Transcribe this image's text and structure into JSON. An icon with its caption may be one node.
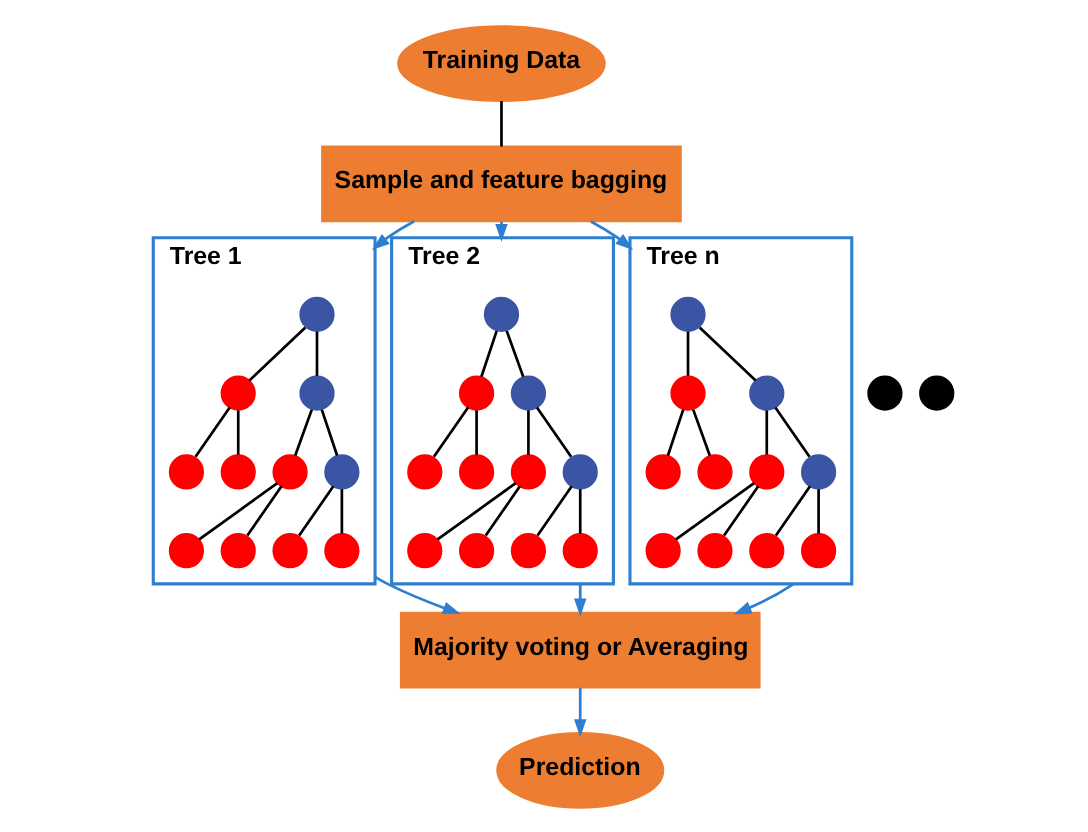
{
  "diagram": {
    "nodes": [
      {
        "text": [
          "Training Data"
        ]
      },
      {
        "text": [
          "Sample and feature bagging"
        ]
      },
      {
        "text": [
          "Tree 1"
        ]
      },
      {
        "text": [],
        "shape": "circle",
        "in": 2
      },
      {
        "text": [],
        "shape": "circle",
        "in": 2
      },
      {
        "text": [],
        "shape": "circle",
        "in": 2
      },
      {
        "text": [],
        "shape": "circle",
        "in": 2
      },
      {
        "text": [],
        "shape": "circle",
        "in": 2
      },
      {
        "text": [],
        "shape": "circle",
        "in": 2
      },
      {
        "text": [],
        "shape": "circle",
        "in": 2
      },
      {
        "text": [],
        "shape": "circle",
        "in": 2
      },
      {
        "text": [],
        "shape": "circle",
        "in": 2
      },
      {
        "text": [],
        "shape": "circle",
        "in": 2
      },
      {
        "text": [],
        "shape": "circle",
        "in": 2
      },
      {
        "text": [
          "Tree 2"
        ]
      },
      {
        "text": [],
        "shape": "circle",
        "in": 14
      },
      {
        "text": [],
        "shape": "circle",
        "in": 14
      },
      {
        "text": [],
        "shape": "circle",
        "in": 14
      },
      {
        "text": [],
        "shape": "circle",
        "in": 14
      },
      {
        "text": [],
        "shape": "circle",
        "in": 14
      },
      {
        "text": [],
        "shape": "circle",
        "in": 14
      },
      {
        "text": [],
        "shape": "circle",
        "in": 14
      },
      {
        "text": [],
        "shape": "circle",
        "in": 14
      },
      {
        "text": [],
        "shape": "circle",
        "in": 14
      },
      {
        "text": [],
        "shape": "circle",
        "in": 14
      },
      {
        "text": [],
        "shape": "circle",
        "in": 14
      },
      {
        "text": [],
        "shape": "circle"
      },
      {
        "text": [],
        "shape": "circle"
      },
      {
        "text": [
          "Tree n"
        ]
      },
      {
        "text": [],
        "shape": "circle",
        "in": 28
      },
      {
        "text": [],
        "shape": "circle",
        "in": 28
      },
      {
        "text": [],
        "shape": "circle",
        "in": 28
      },
      {
        "text": [],
        "shape": "circle",
        "in": 28
      },
      {
        "text": [],
        "shape": "circle",
        "in": 28
      },
      {
        "text": [],
        "shape": "circle",
        "in": 28
      },
      {
        "text": [],
        "shape": "circle",
        "in": 28
      },
      {
        "text": [],
        "shape": "circle",
        "in": 28
      },
      {
        "text": [],
        "shape": "circle",
        "in": 28
      },
      {
        "text": [],
        "shape": "circle",
        "in": 28
      },
      {
        "text": [],
        "shape": "circle",
        "in": 28
      },
      {
        "text": [
          "Majority voting or Averaging"
        ]
      },
      {
        "text": [
          "Prediction"
        ]
      }
    ],
    "edges": [
      {
        "from": 0,
        "to": 1,
        "arrow": "none"
      },
      {
        "from": 1,
        "to": 2,
        "arrow": "to",
        "color": "#2e7fcf"
      },
      {
        "from": 1,
        "to": 14,
        "arrow": "to",
        "color": "#2e7fcf"
      },
      {
        "from": 1,
        "to": 28,
        "arrow": "to",
        "color": "#2e7fcf"
      },
      {
        "from": 3,
        "to": 4,
        "arrow": "none"
      },
      {
        "from": 3,
        "to": 5,
        "arrow": "none"
      },
      {
        "from": 4,
        "to": 6,
        "arrow": "none"
      },
      {
        "from": 4,
        "to": 7,
        "arrow": "none"
      },
      {
        "from": 5,
        "to": 8,
        "arrow": "none"
      },
      {
        "from": 5,
        "to": 9,
        "arrow": "none"
      },
      {
        "from": 8,
        "to": 10,
        "arrow": "none"
      },
      {
        "from": 8,
        "to": 11,
        "arrow": "none"
      },
      {
        "from": 9,
        "to": 12,
        "arrow": "none"
      },
      {
        "from": 9,
        "to": 13,
        "arrow": "none"
      },
      {
        "from": 15,
        "to": 16,
        "arrow": "none"
      },
      {
        "from": 15,
        "to": 17,
        "arrow": "none"
      },
      {
        "from": 16,
        "to": 18,
        "arrow": "none"
      },
      {
        "from": 16,
        "to": 19,
        "arrow": "none"
      },
      {
        "from": 17,
        "to": 20,
        "arrow": "none"
      },
      {
        "from": 17,
        "to": 21,
        "arrow": "none"
      },
      {
        "from": 20,
        "to": 22,
        "arrow": "none"
      },
      {
        "from": 20,
        "to": 23,
        "arrow": "none"
      },
      {
        "from": 21,
        "to": 24,
        "arrow": "none"
      },
      {
        "from": 21,
        "to": 25,
        "arrow": "none"
      },
      {
        "from": 29,
        "to": 30,
        "arrow": "none"
      },
      {
        "from": 29,
        "to": 31,
        "arrow": "none"
      },
      {
        "from": 30,
        "to": 32,
        "arrow": "none"
      },
      {
        "from": 30,
        "to": 33,
        "arrow": "none"
      },
      {
        "from": 31,
        "to": 34,
        "arrow": "none"
      },
      {
        "from": 31,
        "to": 35,
        "arrow": "none"
      },
      {
        "from": 34,
        "to": 36,
        "arrow": "none"
      },
      {
        "from": 34,
        "to": 37,
        "arrow": "none"
      },
      {
        "from": 35,
        "to": 38,
        "arrow": "none"
      },
      {
        "from": 35,
        "to": 39,
        "arrow": "none"
      },
      {
        "from": 2,
        "to": 40,
        "arrow": "to",
        "color": "#2e7fcf"
      },
      {
        "from": 14,
        "to": 40,
        "arrow": "to",
        "color": "#2e7fcf"
      },
      {
        "from": 28,
        "to": 40,
        "arrow": "to",
        "color": "#2e7fcf"
      },
      {
        "from": 40,
        "to": 41,
        "arrow": "to",
        "color": "#2e7fcf"
      }
    ]
  }
}
